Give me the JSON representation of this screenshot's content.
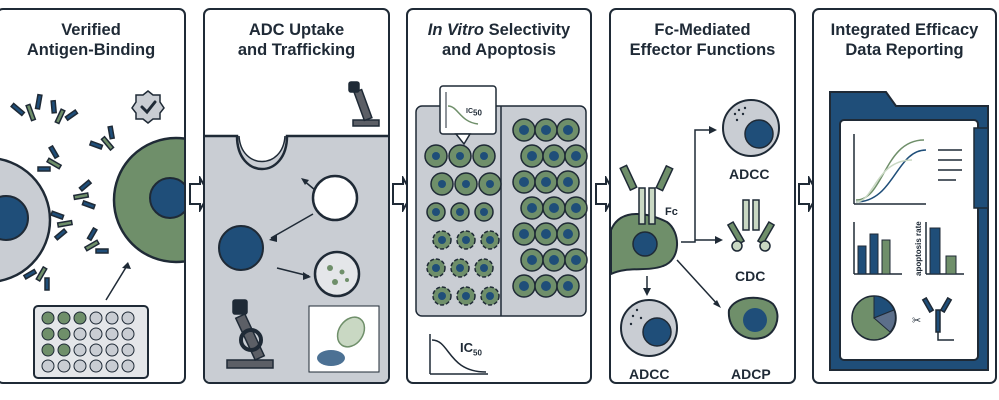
{
  "panels": [
    {
      "title_line1": "Verified",
      "title_line2": "Antigen-Binding"
    },
    {
      "title_line1": "ADC Uptake",
      "title_line2": "and Trafficking"
    },
    {
      "title_line1_italic": "In Vitro",
      "title_line1_rest": " Selectivity",
      "title_line2": "and Apoptosis"
    },
    {
      "title_line1": "Fc-Mediated",
      "title_line2": "Effector Functions"
    },
    {
      "title_line1": "Integrated Efficacy",
      "title_line2": "Data Reporting"
    }
  ],
  "labels": {
    "ic50_main": "IC",
    "ic50_sub": "50",
    "fc": "Fc",
    "adcc_top": "ADCC",
    "cdc": "CDC",
    "adcc_bottom": "ADCC",
    "adcp": "ADCP",
    "apoptosis_rate": "apoptosis rate"
  },
  "colors": {
    "navy": "#1f4e79",
    "dark": "#1f2a36",
    "green": "#6f8f6a",
    "light_green": "#c9d8c3",
    "gray": "#c9cdd3",
    "light_gray": "#e4e6e9"
  }
}
